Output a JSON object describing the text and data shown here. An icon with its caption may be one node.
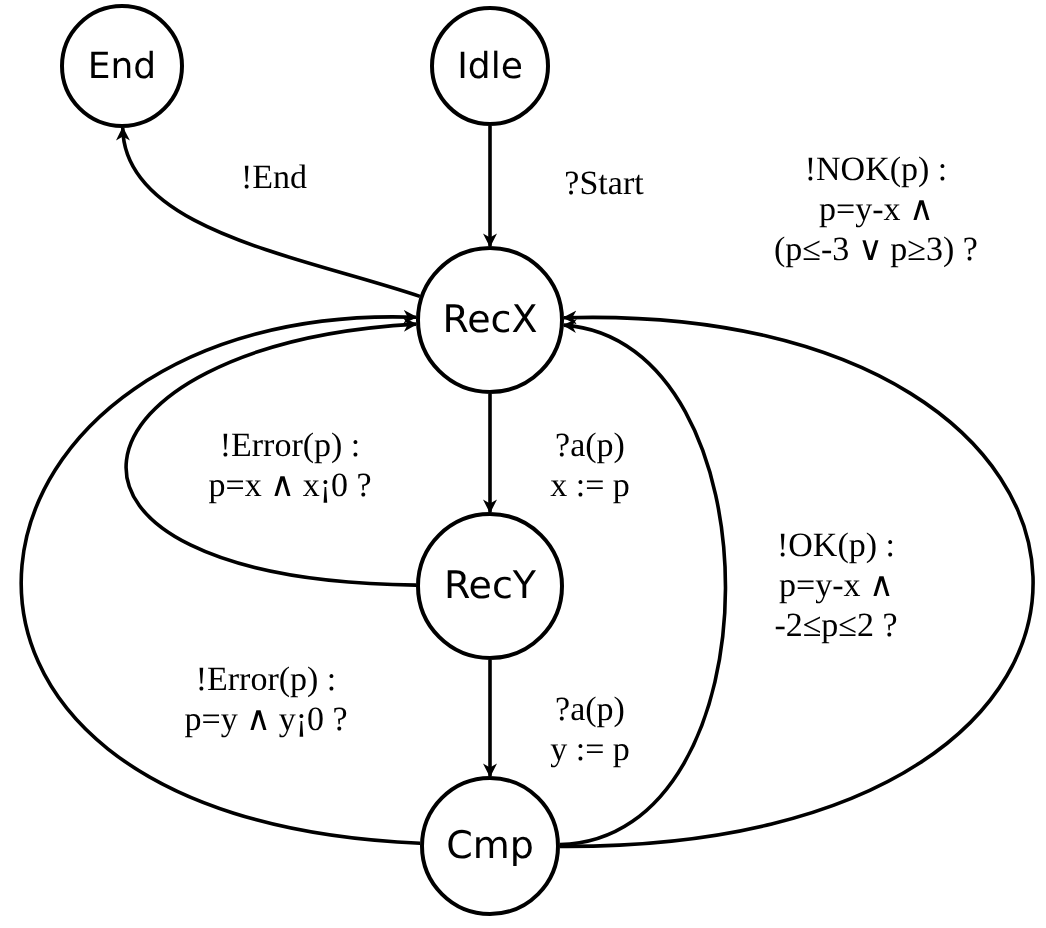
{
  "diagram": {
    "nodes": [
      {
        "text": [
          "End"
        ]
      },
      {
        "text": [
          "Idle"
        ]
      },
      {
        "text": [
          "RecX"
        ]
      },
      {
        "text": [
          "RecY"
        ]
      },
      {
        "text": [
          "Cmp"
        ]
      }
    ],
    "edges": [
      {
        "from": 1,
        "to": 2,
        "arrow": "to",
        "label": "?Start"
      },
      {
        "from": 2,
        "to": 0,
        "arrow": "to",
        "label": "!End"
      },
      {
        "from": 3,
        "to": 2,
        "arrow": "to",
        "label": "!Error(p) : p=x ∧ x¡0 ?"
      },
      {
        "from": 2,
        "to": 3,
        "arrow": "to",
        "label": "?a(p) x := p"
      },
      {
        "from": 4,
        "to": 2,
        "arrow": "to",
        "label": "!Error(p) : p=y ∧ y¡0 ?"
      },
      {
        "from": 3,
        "to": 4,
        "arrow": "to",
        "label": "?a(p) y := p"
      },
      {
        "from": 4,
        "to": 2,
        "arrow": "to",
        "label": "!OK(p) : p=y-x ∧ -2≤p≤2 ?"
      },
      {
        "from": 4,
        "to": 2,
        "arrow": "to",
        "label": "!NOK(p) : p=y-x ∧ (p≤-3 ∨ p≥3) ?"
      }
    ]
  }
}
